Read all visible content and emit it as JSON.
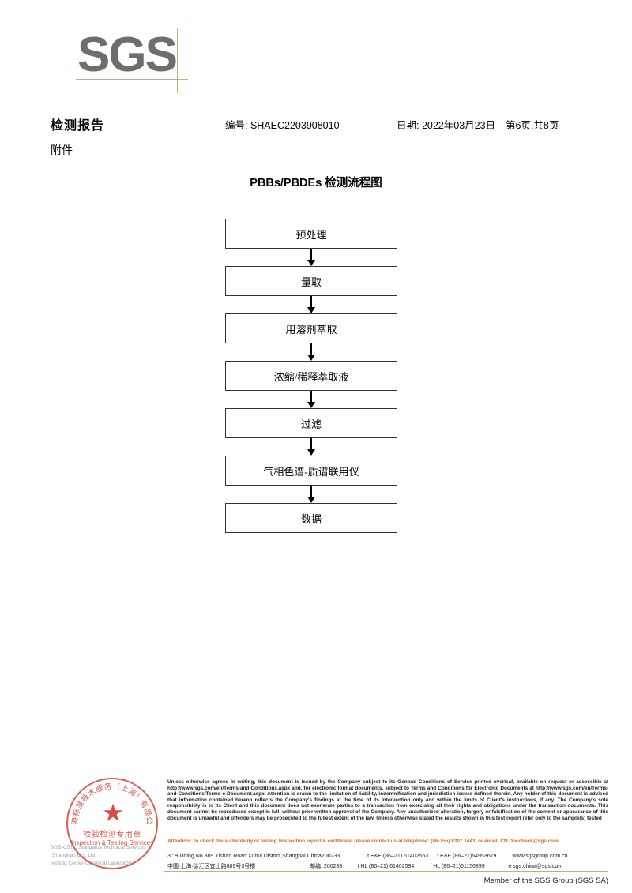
{
  "logo": {
    "text": "SGS"
  },
  "header": {
    "title": "检测报告",
    "attachment": "附件",
    "report_no": "编号: SHAEC2203908010",
    "date": "日期: 2022年03月23日",
    "page": "第6页,共8页"
  },
  "flowchart": {
    "title": "PBBs/PBDEs 检测流程图",
    "steps": [
      {
        "label": "预处理"
      },
      {
        "label": "量取"
      },
      {
        "label": "用溶剂萃取"
      },
      {
        "label": "浓缩/稀释萃取液"
      },
      {
        "label": "过滤"
      },
      {
        "label": "气相色谱-质谱联用仪"
      },
      {
        "label": "数据"
      }
    ]
  },
  "stamp": {
    "arc_top": "上海标准技术服务（上海）有限公司",
    "star": "★",
    "cn_label": "检验检测专用章",
    "en_label": "Inspection & Testing Services",
    "faint_line1": "SGS-CSTC Standards Technical Services (Shanghai) Co., Ltd.",
    "faint_line2": "Testing Center-Chemical Laboratory",
    "color": "#d2392f"
  },
  "footer": {
    "legal": "Unless otherwise agreed in writing, this document is issued by the Company subject to its General Conditions of Service printed overleaf, available on request or accessible at http://www.sgs.com/en/Terms-and-Conditions.aspx and, for electronic format documents, subject to Terms and Conditions for Electronic Documents at http://www.sgs.com/en/Terms-and-Conditions/Terms-e-Document.aspx. Attention is drawn to the limitation of liability, indemnification and jurisdiction issues defined therein. Any holder of this document is advised that information contained hereon reflects the Company's findings at the time of its intervention only and within the limits of Client's instructions, if any. The Company's sole responsibility is to its Client and this document does not exonerate parties to a transaction from exercising all their rights and obligations under the transaction documents. This document cannot be reproduced except in full, without prior written approval of the Company. Any unauthorized alteration, forgery or falsification of the content or appearance of this document is unlawful and offenders may be prosecuted to the fullest extent of the law. Unless otherwise stated the results shown in this test report refer only to the sample(s) tested .",
    "attention": "Attention: To check the authenticity of testing /inspection report & certificate, please contact us at telephone: (86-755) 8307 1443, or email: CN.Doccheck@sgs.com",
    "attention_color": "#d2691e",
    "contact_rows": [
      {
        "address": "3\"\"Building,No.889 Yishan Road Xuhui District,Shanghai China",
        "zip": "200233",
        "tel": "t E&E (86–21) 61402553",
        "fax": "f E&E (86–21)64953679",
        "web": "www.sgsgroup.com.cn"
      },
      {
        "address": "中国·上海·徐汇区宜山路889号3号楼",
        "zip": "邮编: 200233",
        "tel": "t HL (86–21) 61402594",
        "fax": "f HL (86–21)61156899",
        "web": "e sgs.china@sgs.com"
      }
    ],
    "member": "Member of the SGS Group (SGS SA)",
    "rule_color": "#c9a982"
  }
}
